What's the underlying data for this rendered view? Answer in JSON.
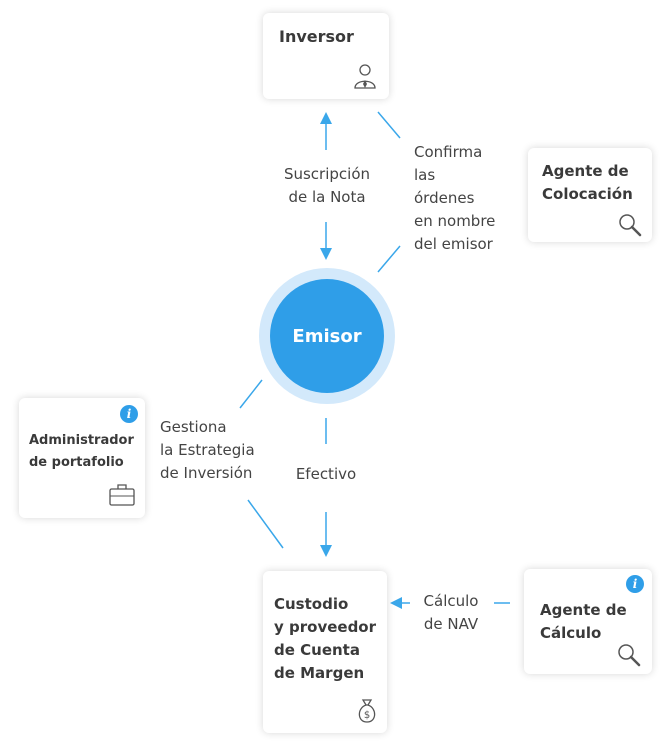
{
  "nodes": {
    "inversor": {
      "title": "Inversor",
      "icon": "investor-person-icon"
    },
    "agente_colocacion": {
      "title": "Agente de\nColocación",
      "icon": "magnifier-icon"
    },
    "emisor": {
      "title": "Emisor"
    },
    "administrador": {
      "title": "Administrador\nde portafolio",
      "icon": "briefcase-icon",
      "info_icon": "info-icon"
    },
    "custodio": {
      "title": "Custodio\ny proveedor\nde Cuenta\nde Margen",
      "icon": "money-bag-icon"
    },
    "agente_calculo": {
      "title": "Agente de\nCálculo",
      "icon": "magnifier-icon",
      "info_icon": "info-icon"
    }
  },
  "edges": {
    "suscripcion": "Suscripción\nde la Nota",
    "confirma": "Confirma\nlas\nórdenes\nen nombre\ndel emisor",
    "gestiona": "Gestiona\nla Estrategia\nde Inversión",
    "efectivo": "Efectivo",
    "calculo_nav": "Cálculo\nde NAV"
  },
  "colors": {
    "accent": "#2f9ee8",
    "halo": "#d3e9fb",
    "connector": "#3aa7ea",
    "text": "#444444"
  }
}
